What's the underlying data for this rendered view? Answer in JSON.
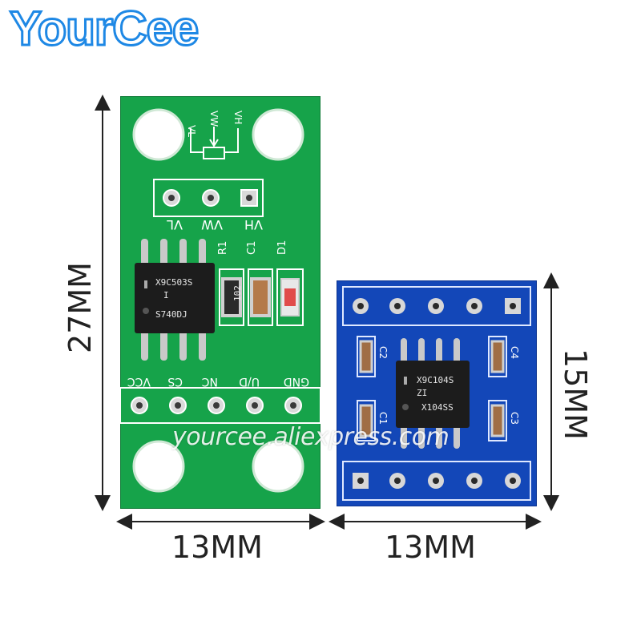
{
  "brand": {
    "logo": "YourCee",
    "watermark": "yourcee.aliexpress.com"
  },
  "colors": {
    "brand": "#1e88e5",
    "green_pcb": "#16a34a",
    "blue_pcb": "#1347b8"
  },
  "dimensions": {
    "left_height": "27MM",
    "left_width": "13MM",
    "right_height": "15MM",
    "right_width": "13MM"
  },
  "left_board": {
    "pot_labels": [
      "VL",
      "VW",
      "VH"
    ],
    "header_labels": [
      "VL",
      "VW",
      "VH"
    ],
    "chip_lines": [
      "X9C503S",
      "I",
      "S740DJ"
    ],
    "components": [
      "R1",
      "C1",
      "D1"
    ],
    "resistor_code": "102",
    "pin_labels": [
      "VCC",
      "CS",
      "NC",
      "U/D",
      "GND"
    ]
  },
  "right_board": {
    "chip_lines": [
      "X9C104S",
      "ZI",
      "X104SS"
    ],
    "components": [
      "C2",
      "C4",
      "C1",
      "C3"
    ]
  }
}
